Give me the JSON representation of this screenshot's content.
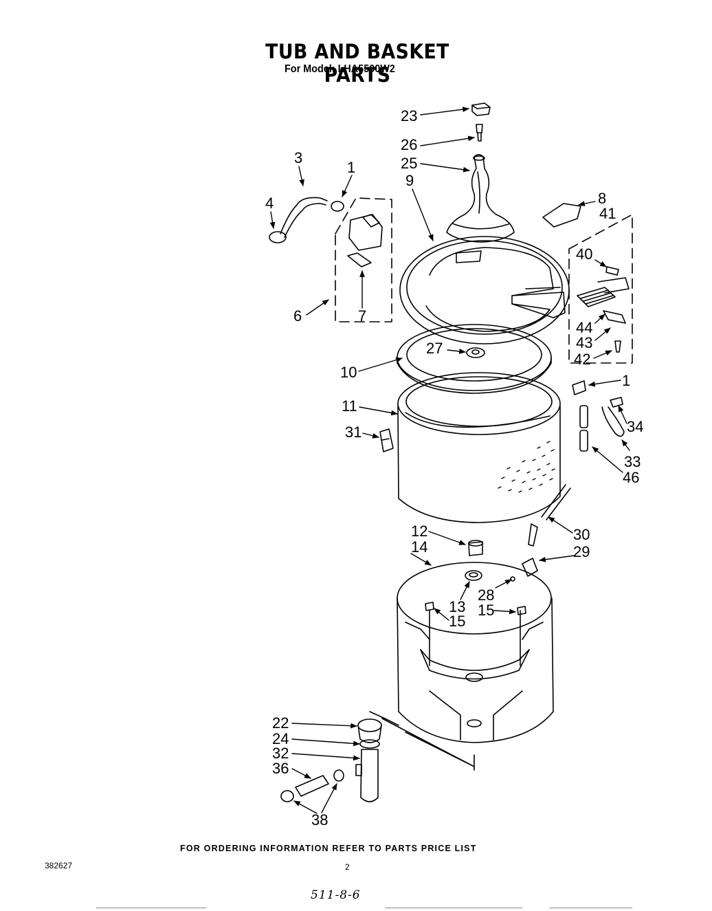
{
  "header": {
    "title": "TUB AND BASKET PARTS",
    "model_line": "For Model: LHA5500W2"
  },
  "footer": {
    "ordering_note": "FOR ORDERING INFORMATION REFER TO PARTS PRICE LIST",
    "document_number": "382627",
    "page_number": "2",
    "handwritten_note": "511-8-6"
  },
  "callouts": [
    {
      "id": "c23",
      "label": "23"
    },
    {
      "id": "c26",
      "label": "26"
    },
    {
      "id": "c25",
      "label": "25"
    },
    {
      "id": "c3",
      "label": "3"
    },
    {
      "id": "c1a",
      "label": "1"
    },
    {
      "id": "c9",
      "label": "9"
    },
    {
      "id": "c8",
      "label": "8"
    },
    {
      "id": "c41",
      "label": "41"
    },
    {
      "id": "c4",
      "label": "4"
    },
    {
      "id": "c40",
      "label": "40"
    },
    {
      "id": "c6",
      "label": "6"
    },
    {
      "id": "c7",
      "label": "7"
    },
    {
      "id": "c44",
      "label": "44"
    },
    {
      "id": "c43",
      "label": "43"
    },
    {
      "id": "c27",
      "label": "27"
    },
    {
      "id": "c42",
      "label": "42"
    },
    {
      "id": "c10",
      "label": "10"
    },
    {
      "id": "c1b",
      "label": "1"
    },
    {
      "id": "c11",
      "label": "11"
    },
    {
      "id": "c34",
      "label": "34"
    },
    {
      "id": "c31",
      "label": "31"
    },
    {
      "id": "c33",
      "label": "33"
    },
    {
      "id": "c46",
      "label": "46"
    },
    {
      "id": "c12",
      "label": "12"
    },
    {
      "id": "c30",
      "label": "30"
    },
    {
      "id": "c14",
      "label": "14"
    },
    {
      "id": "c29",
      "label": "29"
    },
    {
      "id": "c28",
      "label": "28"
    },
    {
      "id": "c13",
      "label": "13"
    },
    {
      "id": "c15a",
      "label": "15"
    },
    {
      "id": "c15b",
      "label": "15"
    },
    {
      "id": "c22",
      "label": "22"
    },
    {
      "id": "c24",
      "label": "24"
    },
    {
      "id": "c32",
      "label": "32"
    },
    {
      "id": "c36",
      "label": "36"
    },
    {
      "id": "c38",
      "label": "38"
    }
  ]
}
